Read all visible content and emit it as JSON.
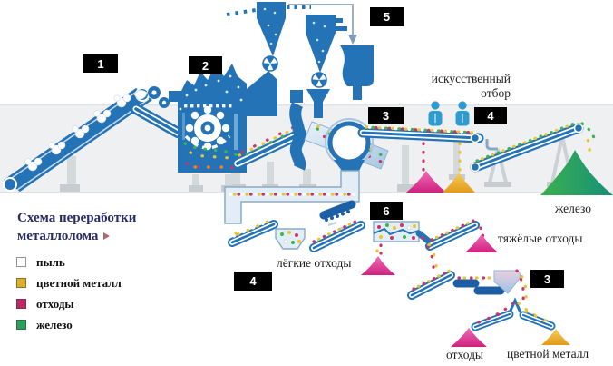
{
  "diagram": {
    "title_line1": "Схема переработки",
    "title_line2": "металлолома",
    "badges": {
      "b1": "1",
      "b2": "2",
      "b3_top": "3",
      "b4_top": "4",
      "b5": "5",
      "b6": "6",
      "b4_mid": "4",
      "b3_bottom": "3"
    },
    "labels": {
      "manual_sorting_line1": "искусственный",
      "manual_sorting_line2": "отбор",
      "iron": "железо",
      "heavy_waste": "тяжёлые отходы",
      "light_waste": "лёгкие отходы",
      "waste": "отходы",
      "nonferrous": "цветной металл"
    },
    "legend": {
      "items": [
        {
          "label": "пыль",
          "color": "#ffffff"
        },
        {
          "label": "цветной металл",
          "color": "#ddaf27"
        },
        {
          "label": "отходы",
          "color": "#c22568"
        },
        {
          "label": "железо",
          "color": "#2ca05a"
        }
      ]
    },
    "colors": {
      "machinery_blue": "#2573b7",
      "dark_blue": "#1d5fa6",
      "worker_blue": "#2f9cd1",
      "duct_fill": "#e3edf6",
      "dot_white": "#ffffff",
      "dot_yellow": "#e9c52e",
      "dot_red": "#cc3366",
      "dot_green": "#3cb54e",
      "pile_pink": "#d62a8b",
      "pile_yellow": "#eeb02c",
      "pile_green": "#35ac4d",
      "pile_teal": "#198a74",
      "badge_bg": "#000000",
      "title_navy": "#252c66",
      "floor_gray": "#eef0f1"
    }
  }
}
